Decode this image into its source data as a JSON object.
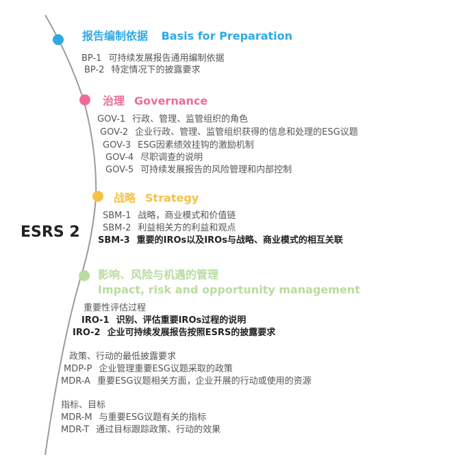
{
  "root": "ESRS 2",
  "colors": {
    "bp": "#2fa9e4",
    "gov": "#f06b94",
    "sbm": "#f6c244",
    "iro": "#b9dca0",
    "line": "#9a9a9a"
  },
  "sections": {
    "bp": {
      "title_cn": "报告编制依据",
      "title_en": "Basis for Preparation",
      "items": [
        {
          "code": "BP-1",
          "text": "可持续发展报告通用编制依据"
        },
        {
          "code": "BP-2",
          "text": "特定情况下的披露要求"
        }
      ]
    },
    "gov": {
      "title_cn": "治理",
      "title_en": "Governance",
      "items": [
        {
          "code": "GOV-1",
          "text": "行政、管理、监管组织的角色"
        },
        {
          "code": "GOV-2",
          "text": "企业行政、管理、监管组织获得的信息和处理的ESG议题"
        },
        {
          "code": "GOV-3",
          "text": "ESG因素绩效挂钩的激励机制"
        },
        {
          "code": "GOV-4",
          "text": "尽职调查的说明"
        },
        {
          "code": "GOV-5",
          "text": "可持续发展报告的风险管理和内部控制"
        }
      ]
    },
    "sbm": {
      "title_cn": "战略",
      "title_en": "Strategy",
      "items": [
        {
          "code": "SBM-1",
          "text": "战略，商业模式和价值链"
        },
        {
          "code": "SBM-2",
          "text": "利益相关方的利益和观点"
        },
        {
          "code": "SBM-3",
          "text": "重要的IROs以及IROs与战略、商业模式的相互关联"
        }
      ]
    },
    "iro": {
      "title_cn": "影响、风险与机遇的管理",
      "title_en": "Impact, risk and opportunity management",
      "group1": {
        "label": "重要性评估过程",
        "items": [
          {
            "code": "IRO-1",
            "text": "识别、评估重要IROs过程的说明"
          },
          {
            "code": "IRO-2",
            "text": "企业可持续发展报告按照ESRS的披露要求"
          }
        ]
      },
      "group2": {
        "label": "政策、行动的最低披露要求",
        "items": [
          {
            "code": "MDP-P",
            "text": "企业管理重要ESG议题采取的政策"
          },
          {
            "code": "MDR-A",
            "text": "重要ESG议题相关方面，企业开展的行动或使用的资源"
          }
        ]
      },
      "group3": {
        "label": "指标、目标",
        "items": [
          {
            "code": "MDR-M",
            "text": "与重要ESG议题有关的指标"
          },
          {
            "code": "MDR-T",
            "text": "通过目标跟踪政策、行动的效果"
          }
        ]
      }
    }
  }
}
